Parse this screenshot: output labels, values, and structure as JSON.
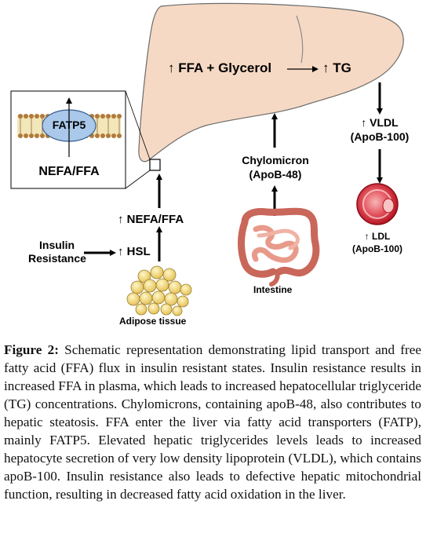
{
  "labels": {
    "liver_equation_left": "↑ FFA + Glycerol",
    "liver_equation_right": "↑ TG",
    "fatp5": "FATP5",
    "nefa_ffa_inset": "NEFA/FFA",
    "nefa_ffa_up": "↑ NEFA/FFA",
    "insulin_line1": "Insulin",
    "insulin_line2": "Resistance",
    "hsl": "↑ HSL",
    "adipose": "Adipose tissue",
    "chylomicron_line1": "Chylomicron",
    "chylomicron_line2": "(ApoB-48)",
    "intestine": "Intestine",
    "vldl_line1": "↑ VLDL",
    "vldl_line2": "(ApoB-100)",
    "ldl_line1": "↑ LDL",
    "ldl_line2": "(ApoB-100)"
  },
  "caption": {
    "figure_label": "Figure 2:",
    "text": " Schematic representation demonstrating lipid transport and free fatty acid (FFA) flux in insulin resistant states. Insulin resistance results in increased FFA in plasma, which leads to increased hepatocellular triglyceride (TG) concentrations. Chylomicrons, containing apoB-48, also contributes to hepatic steatosis. FFA enter the liver via fatty acid transporters (FATP), mainly FATP5. Elevated hepatic triglycerides levels leads to increased hepatocyte secretion of very low density lipoprotein (VLDL), which contains apoB-100. Insulin resistance also leads to defective hepatic mitochondrial function, resulting in decreased fatty acid oxidation in the liver."
  },
  "colors": {
    "liver_fill": "#f6d9c4",
    "fatp5_fill": "#a9c8ea",
    "membrane_brown": "#b07a3c",
    "fat_yellow": "#f2d77a",
    "intestine_pink": "#e89a8a",
    "ldl_red": "#c8202c"
  }
}
